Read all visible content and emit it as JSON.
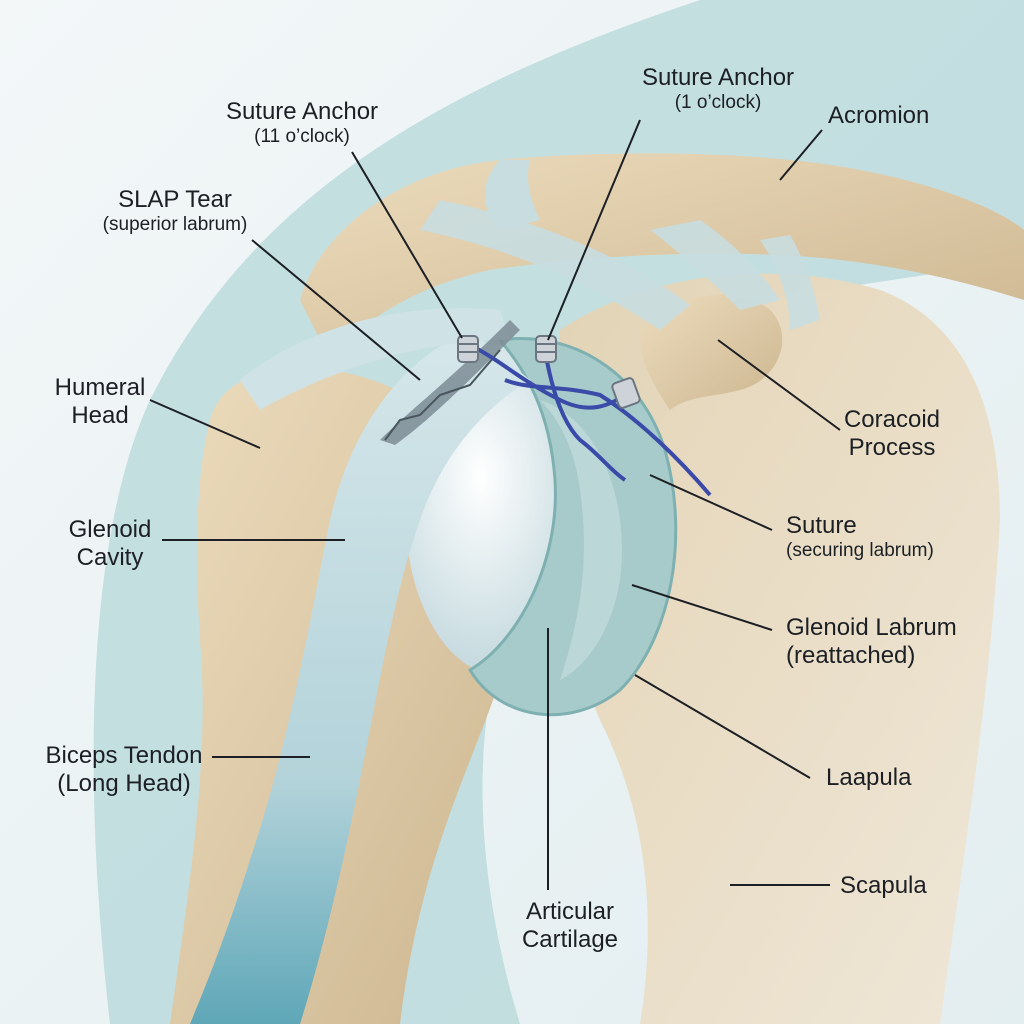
{
  "labels": {
    "suture_anchor_11": {
      "title": "Suture Anchor",
      "note": "(11 o’clock)"
    },
    "suture_anchor_1": {
      "title": "Suture Anchor",
      "note": "(1 o’clock)"
    },
    "acromion": {
      "title": "Acromion"
    },
    "slap_tear": {
      "title": "SLAP Tear",
      "note": "(superior labrum)"
    },
    "humeral_head": {
      "line1": "Humeral",
      "line2": "Head"
    },
    "coracoid_process": {
      "line1": "Coracoid",
      "line2": "Process"
    },
    "glenoid_cavity": {
      "line1": "Glenoid",
      "line2": "Cavity"
    },
    "suture": {
      "title": "Suture",
      "note": "(securing labrum)"
    },
    "glenoid_labrum": {
      "line1": "Glenoid Labrum",
      "line2": "(reattached)"
    },
    "biceps_tendon": {
      "line1": "Biceps Tendon",
      "line2": "(Long Head)"
    },
    "laapula": {
      "title": "Laapula"
    },
    "scapula": {
      "title": "Scapula"
    },
    "articular_cartilage": {
      "line1": "Articular",
      "line2": "Cartilage"
    }
  },
  "colors": {
    "bone": "#e0cfae",
    "tendon": "#bcd7dc",
    "tendon_deep": "#6fb0c0",
    "labrum": "#a9cccb",
    "cartilage": "#e6eef0",
    "suture": "#3a4aa8",
    "background": "#e9f1f2",
    "body_shadow": "#b8d8da"
  }
}
